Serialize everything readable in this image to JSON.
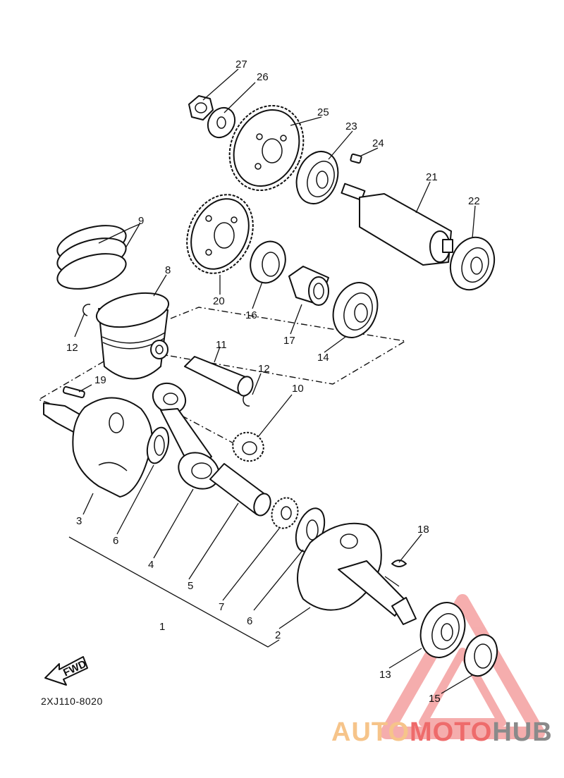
{
  "diagram_code": "2XJ110-8020",
  "fwd_label": "FWD",
  "callouts": [
    {
      "id": "c27",
      "text": "27"
    },
    {
      "id": "c26",
      "text": "26"
    },
    {
      "id": "c25",
      "text": "25"
    },
    {
      "id": "c23",
      "text": "23"
    },
    {
      "id": "c24",
      "text": "24"
    },
    {
      "id": "c21",
      "text": "21"
    },
    {
      "id": "c22",
      "text": "22"
    },
    {
      "id": "c9",
      "text": "9"
    },
    {
      "id": "c8",
      "text": "8"
    },
    {
      "id": "c20",
      "text": "20"
    },
    {
      "id": "c16",
      "text": "16"
    },
    {
      "id": "c17",
      "text": "17"
    },
    {
      "id": "c14",
      "text": "14"
    },
    {
      "id": "c12a",
      "text": "12"
    },
    {
      "id": "c11",
      "text": "11"
    },
    {
      "id": "c12b",
      "text": "12"
    },
    {
      "id": "c19",
      "text": "19"
    },
    {
      "id": "c10",
      "text": "10"
    },
    {
      "id": "c3",
      "text": "3"
    },
    {
      "id": "c6a",
      "text": "6"
    },
    {
      "id": "c4",
      "text": "4"
    },
    {
      "id": "c5",
      "text": "5"
    },
    {
      "id": "c1",
      "text": "1"
    },
    {
      "id": "c7",
      "text": "7"
    },
    {
      "id": "c6b",
      "text": "6"
    },
    {
      "id": "c2",
      "text": "2"
    },
    {
      "id": "c18",
      "text": "18"
    },
    {
      "id": "c13",
      "text": "13"
    },
    {
      "id": "c15",
      "text": "15"
    }
  ],
  "watermark": {
    "part1": "AUTOMOTO",
    "part2": "HUB",
    "color_light": "#f6c48a",
    "color_red": "#ee6b6b",
    "color_dark": "#8a8a8a"
  }
}
